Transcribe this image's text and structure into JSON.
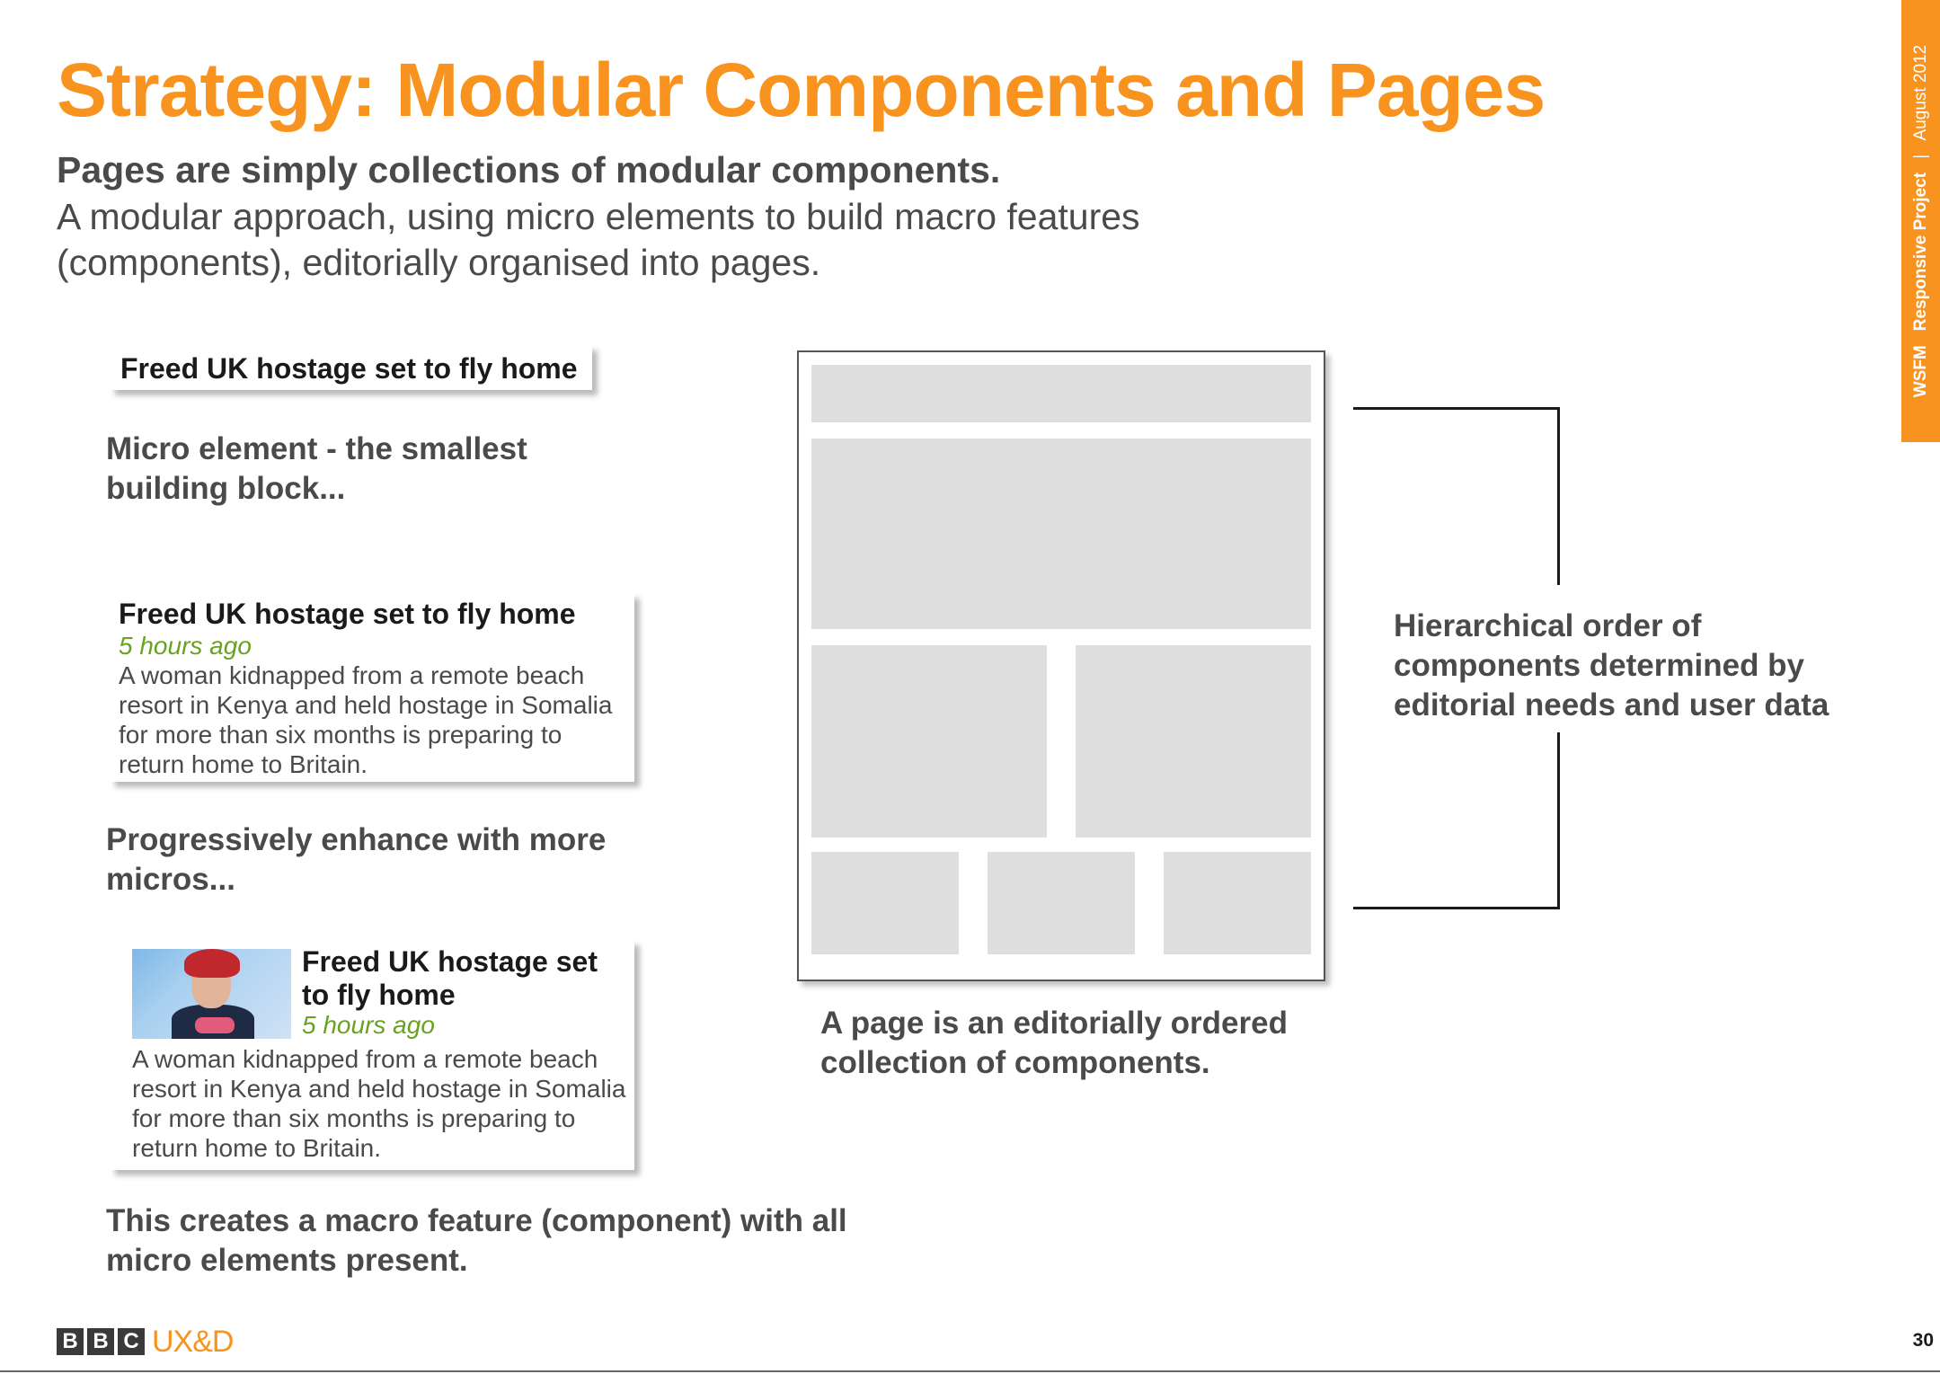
{
  "slide": {
    "title": "Strategy: Modular Components and Pages",
    "subtitle": "Pages are simply collections of modular components.",
    "intro": "A modular approach, using micro elements to build macro features (components), editorially organised into pages."
  },
  "side_tab": {
    "brand": "WSFM",
    "project": "Responsive Project",
    "separator": "|",
    "date": "August 2012"
  },
  "cards": {
    "micro": {
      "headline": "Freed UK hostage set to fly home"
    },
    "enhanced": {
      "headline": "Freed UK hostage set to fly home",
      "time": "5 hours ago",
      "summary": "A woman kidnapped from a remote beach resort in Kenya and held hostage in Somalia for more than six months is preparing to return home to Britain."
    },
    "macro": {
      "headline": "Freed UK hostage set to fly home",
      "time": "5 hours ago",
      "summary": "A woman kidnapped from a remote beach resort in Kenya and held hostage in Somalia for more than six months is preparing to return home to Britain."
    }
  },
  "captions": {
    "micro": "Micro element - the smallest building block...",
    "enhance": "Progressively enhance with more micros...",
    "macro": "This creates a macro feature (component) with all micro elements present.",
    "page": "A page is an editorially ordered collection of components.",
    "hierarchy": "Hierarchical order of components determined by editorial needs and user data"
  },
  "footer": {
    "logo_letters": [
      "B",
      "B",
      "C"
    ],
    "logo_text": "UX&D",
    "page_number": "30"
  },
  "colors": {
    "accent": "#f7931e",
    "text": "#4a4a4a",
    "timestamp": "#6aa122",
    "placeholder": "#dedede"
  }
}
